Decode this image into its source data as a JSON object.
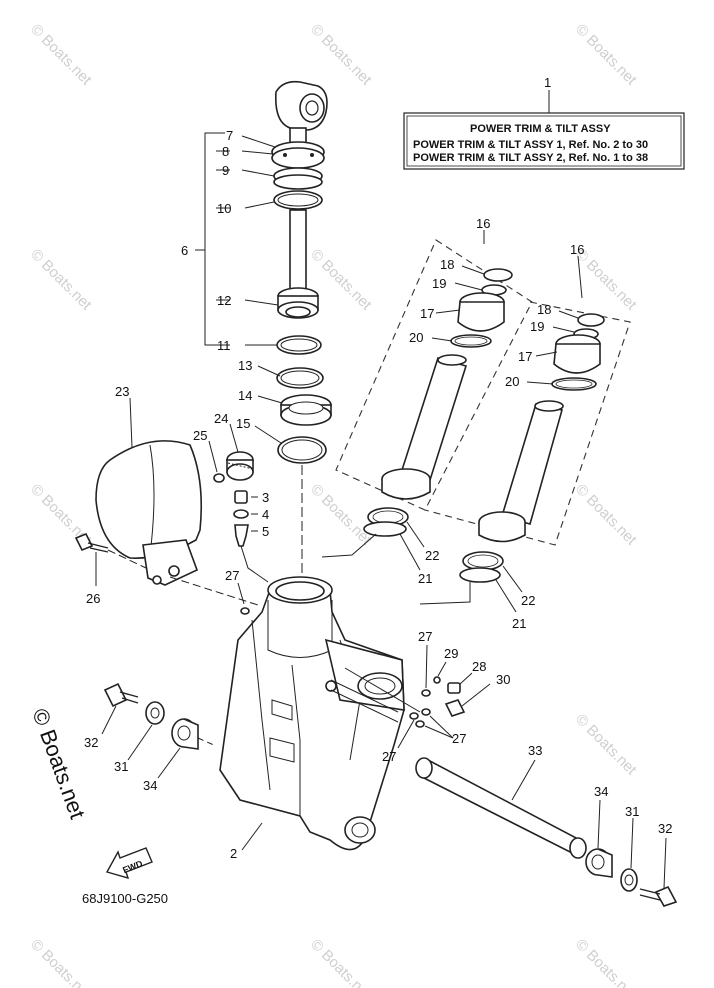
{
  "watermark": "© Boats.net",
  "side_mark": "© Boats.net",
  "title_box": {
    "ref": "1",
    "title": "POWER TRIM  & TILT ASSY",
    "line1": "POWER TRIM & TILT ASSY 1,  Ref. No. 2 to 30",
    "line2": "POWER TRIM & TILT ASSY 2,  Ref. No. 1 to 38"
  },
  "fwd_label": "FWD",
  "diagram_code": "68J9100-G250",
  "callouts": {
    "c2": "2",
    "c3": "3",
    "c4": "4",
    "c5": "5",
    "c6": "6",
    "c7": "7",
    "c8": "8",
    "c9": "9",
    "c10": "10",
    "c11": "11",
    "c12": "12",
    "c13": "13",
    "c14": "14",
    "c15": "15",
    "c16a": "16",
    "c16b": "16",
    "c17a": "17",
    "c17b": "17",
    "c18a": "18",
    "c18b": "18",
    "c19a": "19",
    "c19b": "19",
    "c20a": "20",
    "c20b": "20",
    "c21a": "21",
    "c21b": "21",
    "c22a": "22",
    "c22b": "22",
    "c23": "23",
    "c24": "24",
    "c25": "25",
    "c26": "26",
    "c27a": "27",
    "c27b": "27",
    "c27c": "27",
    "c27d": "27",
    "c28": "28",
    "c29": "29",
    "c30": "30",
    "c31a": "31",
    "c31b": "31",
    "c32a": "32",
    "c32b": "32",
    "c33": "33",
    "c34a": "34",
    "c34b": "34"
  }
}
